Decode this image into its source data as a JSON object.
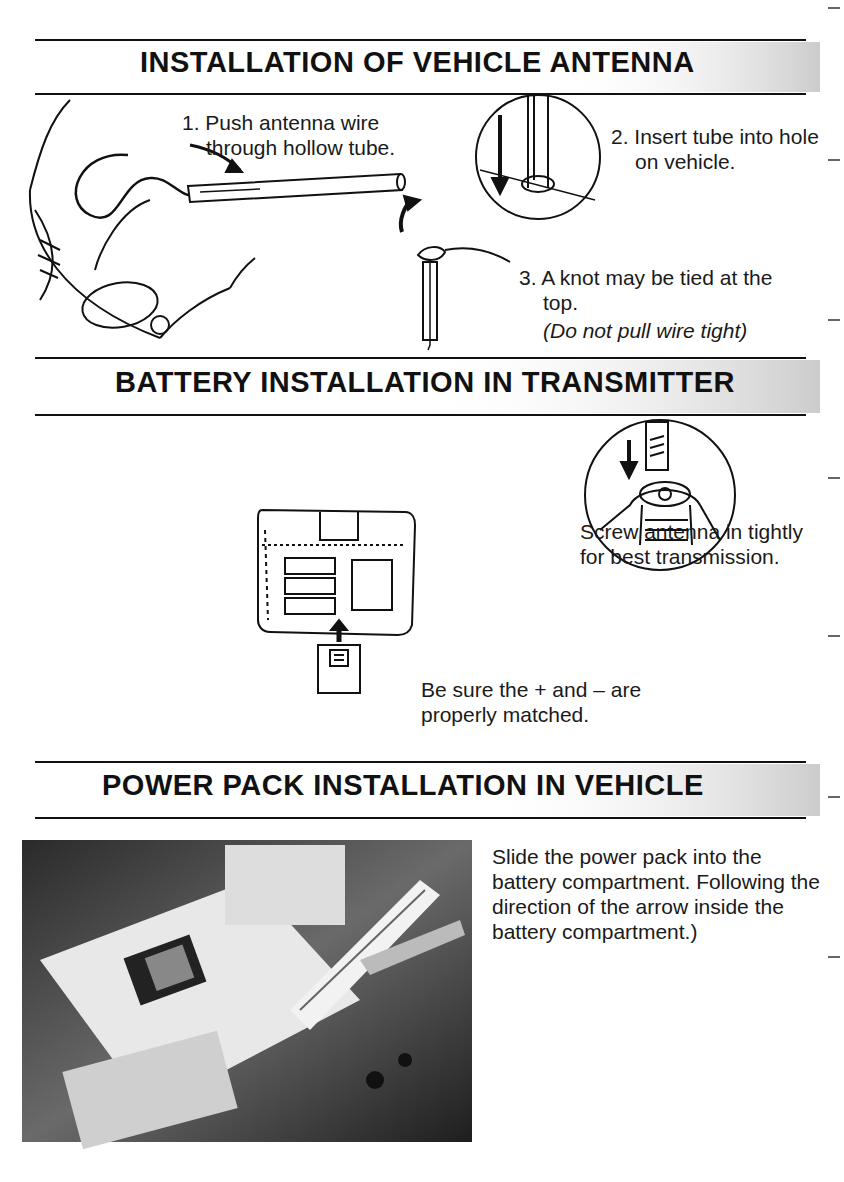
{
  "diagram": {
    "labels": [
      "INSTALLATION OF VEHICLE ANTENNA",
      "1. Push antenna wire through hollow tube.",
      "2. Insert tube into hole on vehicle.",
      "3. A knot may be tied at the top.",
      "(Do not pull wire tight)",
      "BATTERY INSTALLATION IN TRANSMITTER",
      "Screw antenna in tightly for best transmission.",
      "Be sure the + and – are properly matched.",
      "POWER PACK INSTALLATION IN VEHICLE",
      "Slide the power pack into the battery compartment. Following the direction of the arrow inside the battery compartment.)"
    ]
  }
}
